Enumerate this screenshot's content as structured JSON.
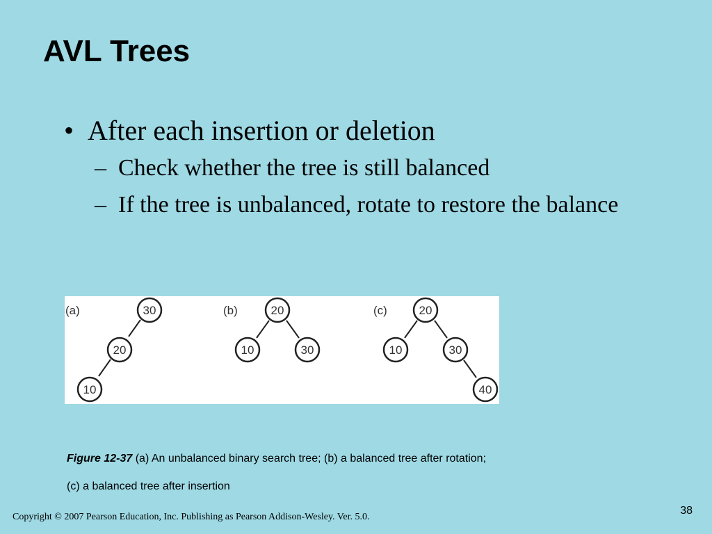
{
  "slide": {
    "title": "AVL Trees",
    "bullet": "After each insertion or deletion",
    "bullet_marker": "•",
    "sub_marker": "–",
    "subbullets": [
      "Check whether the tree is still balanced",
      "If the tree is unbalanced, rotate to restore the balance"
    ]
  },
  "figure": {
    "panels": [
      {
        "label": "(a)",
        "nodes": [
          "30",
          "20",
          "10"
        ]
      },
      {
        "label": "(b)",
        "nodes": [
          "20",
          "10",
          "30"
        ]
      },
      {
        "label": "(c)",
        "nodes": [
          "20",
          "10",
          "30",
          "40"
        ]
      }
    ],
    "caption_label": "Figure 12-37",
    "caption_text_1": " (a) An unbalanced binary search tree; (b) a balanced tree after rotation;",
    "caption_text_2": "(c) a balanced tree after insertion"
  },
  "footer": {
    "copyright": "Copyright © 2007 Pearson Education, Inc. Publishing as Pearson Addison-Wesley. Ver. 5.0.",
    "page_number": "38"
  },
  "colors": {
    "background": "#9ed9e4",
    "figure_background": "#ffffff",
    "node_stroke": "#222222"
  }
}
